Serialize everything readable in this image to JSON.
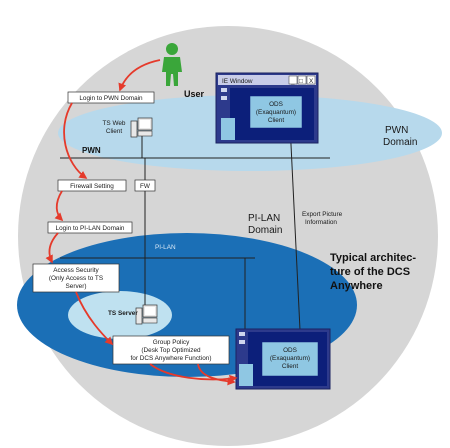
{
  "colors": {
    "outer_circle": "#d6d6d6",
    "pwn_ellipse": "#b7d9ec",
    "pilan_ellipse": "#1b6fb6",
    "ts_server_ellipse": "#bfe1f0",
    "arrow_red": "#e53a2b",
    "user_green": "#3aa63a",
    "window_frame": "#2d3a8c",
    "window_screen": "#0c1f7a",
    "client_box": "#8fc7e3"
  },
  "user": {
    "label": "User",
    "icon": "person-icon"
  },
  "ie_window": {
    "title": "IE Window",
    "controls": [
      "_",
      "□",
      "X"
    ]
  },
  "ods_top": {
    "lines": [
      "ODS",
      "(Exaquantum)",
      "Client"
    ]
  },
  "ods_bottom": {
    "lines": [
      "ODS",
      "(Exaquantum)",
      "Client"
    ]
  },
  "steps": {
    "login_pwn": "Login to PWN Domain",
    "firewall": "Firewall Setting",
    "fw": "FW",
    "login_pilan": "Login to PI-LAN Domain",
    "access_security": [
      "Access Security",
      "(Only Access to TS",
      "Server)"
    ],
    "group_policy": [
      "Group Policy",
      "(Desk Top Optimized",
      "for DCS Anywhere Function)"
    ]
  },
  "ts_web_client": [
    "TS Web",
    "Client"
  ],
  "ts_server": "TS Server",
  "pwn_label": "PWN",
  "pwn_domain": [
    "PWN",
    "Domain"
  ],
  "pilan_label": "PI-LAN",
  "pilan_domain": [
    "PI-LAN",
    "Domain"
  ],
  "export_picture": [
    "Export Picture",
    "Information"
  ],
  "caption": [
    "Typical architec-",
    "ture of the DCS",
    "Anywhere"
  ]
}
